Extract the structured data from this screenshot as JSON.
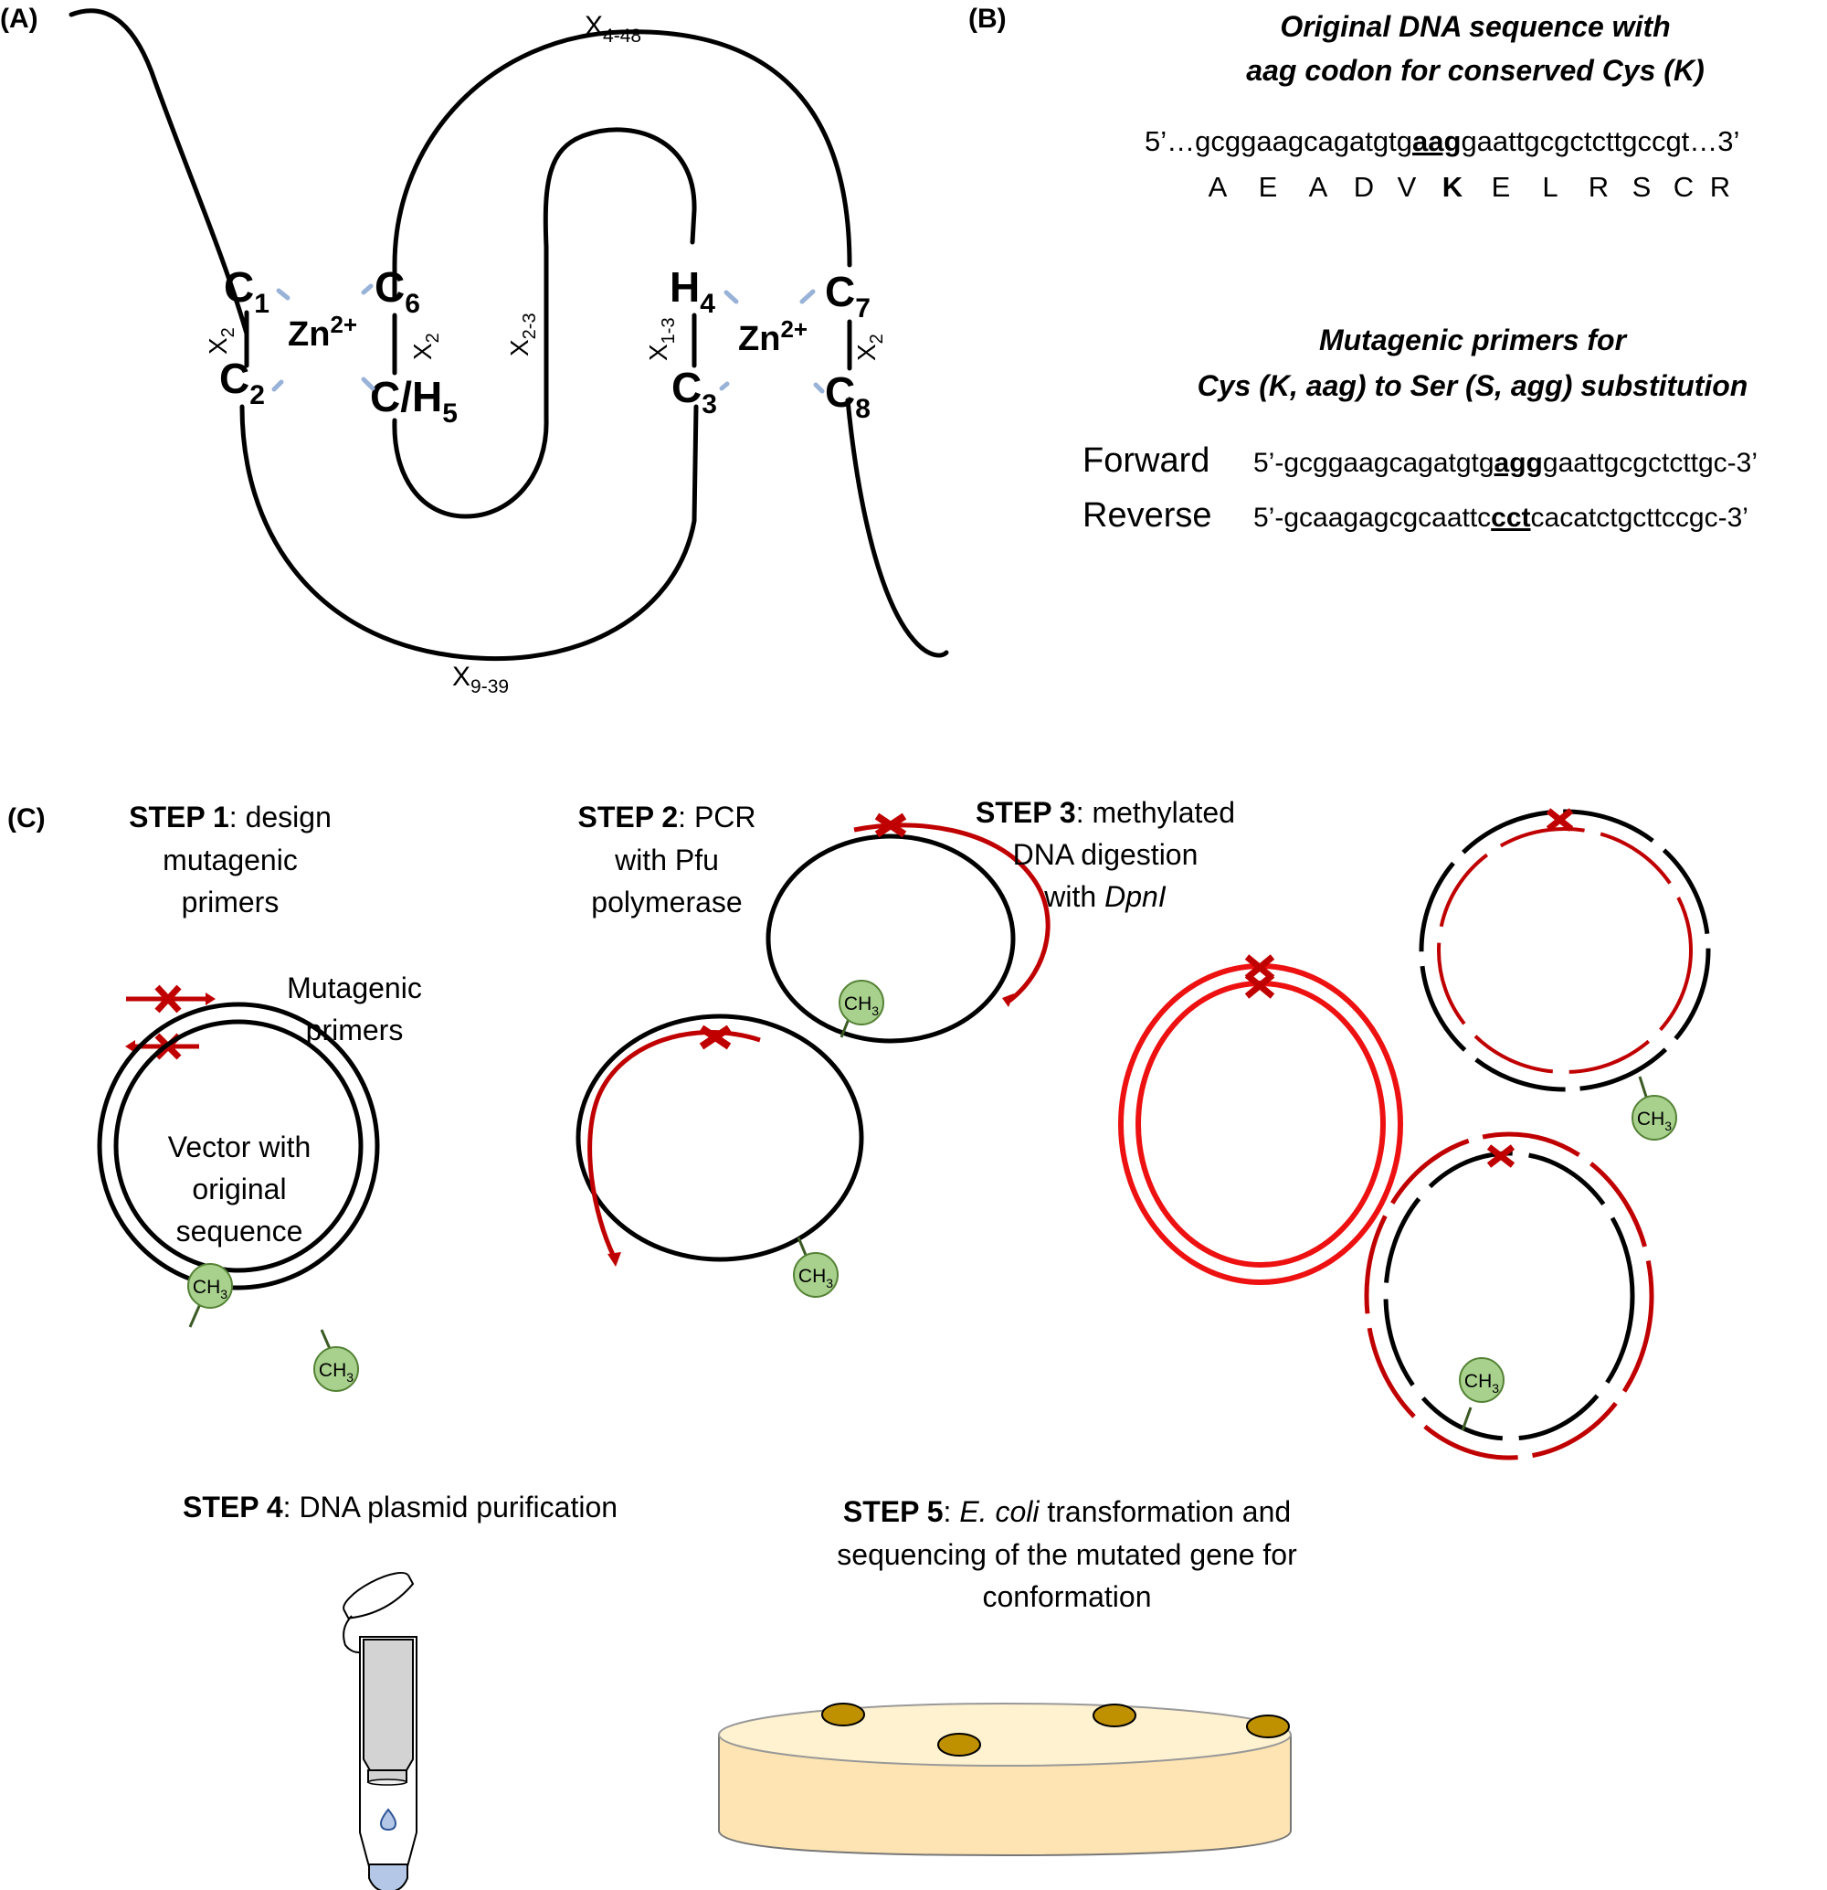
{
  "panels": {
    "a": {
      "label": "(A)",
      "residues": [
        {
          "letter": "C",
          "sub": "1"
        },
        {
          "letter": "C",
          "sub": "2"
        },
        {
          "letter": "C",
          "sub": "6"
        },
        {
          "letter": "C/H",
          "sub": "5"
        },
        {
          "letter": "H",
          "sub": "4"
        },
        {
          "letter": "C",
          "sub": "3"
        },
        {
          "letter": "C",
          "sub": "7"
        },
        {
          "letter": "C",
          "sub": "8"
        }
      ],
      "zinc": {
        "base": "Zn",
        "sup": "2+"
      },
      "spacers": [
        {
          "base": "X",
          "sub": "2"
        },
        {
          "base": "X",
          "sub": "2"
        },
        {
          "base": "X",
          "sub": "2-3"
        },
        {
          "base": "X",
          "sub": "1-3"
        },
        {
          "base": "X",
          "sub": "2"
        },
        {
          "base": "X",
          "sub": "4-48"
        },
        {
          "base": "X",
          "sub": "9-39"
        }
      ]
    },
    "b": {
      "label": "(B)",
      "title_line1": "Original DNA sequence with",
      "title_line2": "aag codon for conserved Cys (K)",
      "original_seq": {
        "prefix": "5’…gcggaagcagatgtg",
        "codon": "aag",
        "suffix": "gaattgcgctcttgccgt…3’"
      },
      "amino_acids": [
        "A",
        "E",
        "A",
        "D",
        "V",
        "K",
        "E",
        "L",
        "R",
        "S",
        "C",
        "R"
      ],
      "highlighted_amino_acid_index": 5,
      "primers_title_line1": "Mutagenic primers for",
      "primers_title_line2": "Cys (K, aag) to Ser (S, agg) substitution",
      "primers": [
        {
          "name": "Forward",
          "prefix": "5’-gcggaagcagatgtg",
          "codon": "agg",
          "suffix": "gaattgcgctcttgc-3’"
        },
        {
          "name": "Reverse",
          "prefix": "5’-gcaagagcgcaattc",
          "codon": "cct",
          "suffix": "cacatctgcttccgc-3’"
        }
      ]
    },
    "c": {
      "label": "(C)",
      "steps": [
        {
          "bold": "STEP 1",
          "lines": [
            ": design",
            "mutagenic",
            "primers"
          ]
        },
        {
          "bold": "STEP 2",
          "lines": [
            ": PCR",
            "with  Pfu",
            "polymerase"
          ]
        },
        {
          "bold": "STEP 3",
          "lines": [
            ": methylated",
            "DNA digestion",
            "with "
          ],
          "italic_tail": "DpnI"
        },
        {
          "bold": "STEP 4",
          "lines": [
            ": DNA plasmid purification"
          ]
        },
        {
          "bold": "STEP 5",
          "lines": [
            ": ",
            " transformation and",
            "sequencing of the mutated gene for",
            "conformation"
          ],
          "italic_tail": "E. coli"
        }
      ],
      "legend_primers": [
        "Mutagenic",
        "primers"
      ],
      "vector_label": [
        "Vector with",
        "original",
        "sequence"
      ],
      "methyl_label": {
        "base": "CH",
        "sub": "3"
      }
    }
  },
  "colors": {
    "primer_red": "#c00000",
    "new_strand_red": "#ee1111",
    "methyl_green": "#a9d18e",
    "zn_bond_blue": "#98b2d8",
    "agar_side": "#fde4b2",
    "agar_top": "#fff2d0",
    "colony": "#bf9000",
    "column_gray": "#d3d3d3",
    "eluate_blue": "#b4c7e7"
  }
}
